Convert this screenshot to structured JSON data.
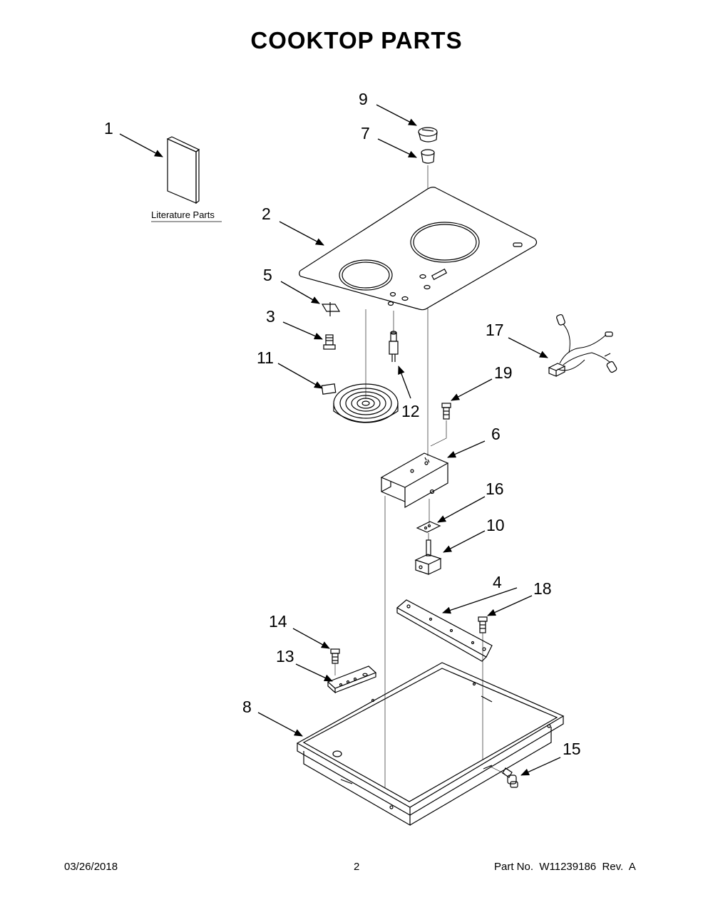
{
  "title": "COOKTOP PARTS",
  "literature_label": "Literature Parts",
  "callouts": [
    "1",
    "2",
    "3",
    "4",
    "5",
    "6",
    "7",
    "8",
    "9",
    "10",
    "11",
    "12",
    "13",
    "14",
    "15",
    "16",
    "17",
    "18",
    "19"
  ],
  "footer": {
    "date": "03/26/2018",
    "page": "2",
    "part_number": "Part No.  W11239186  Rev.  A"
  }
}
